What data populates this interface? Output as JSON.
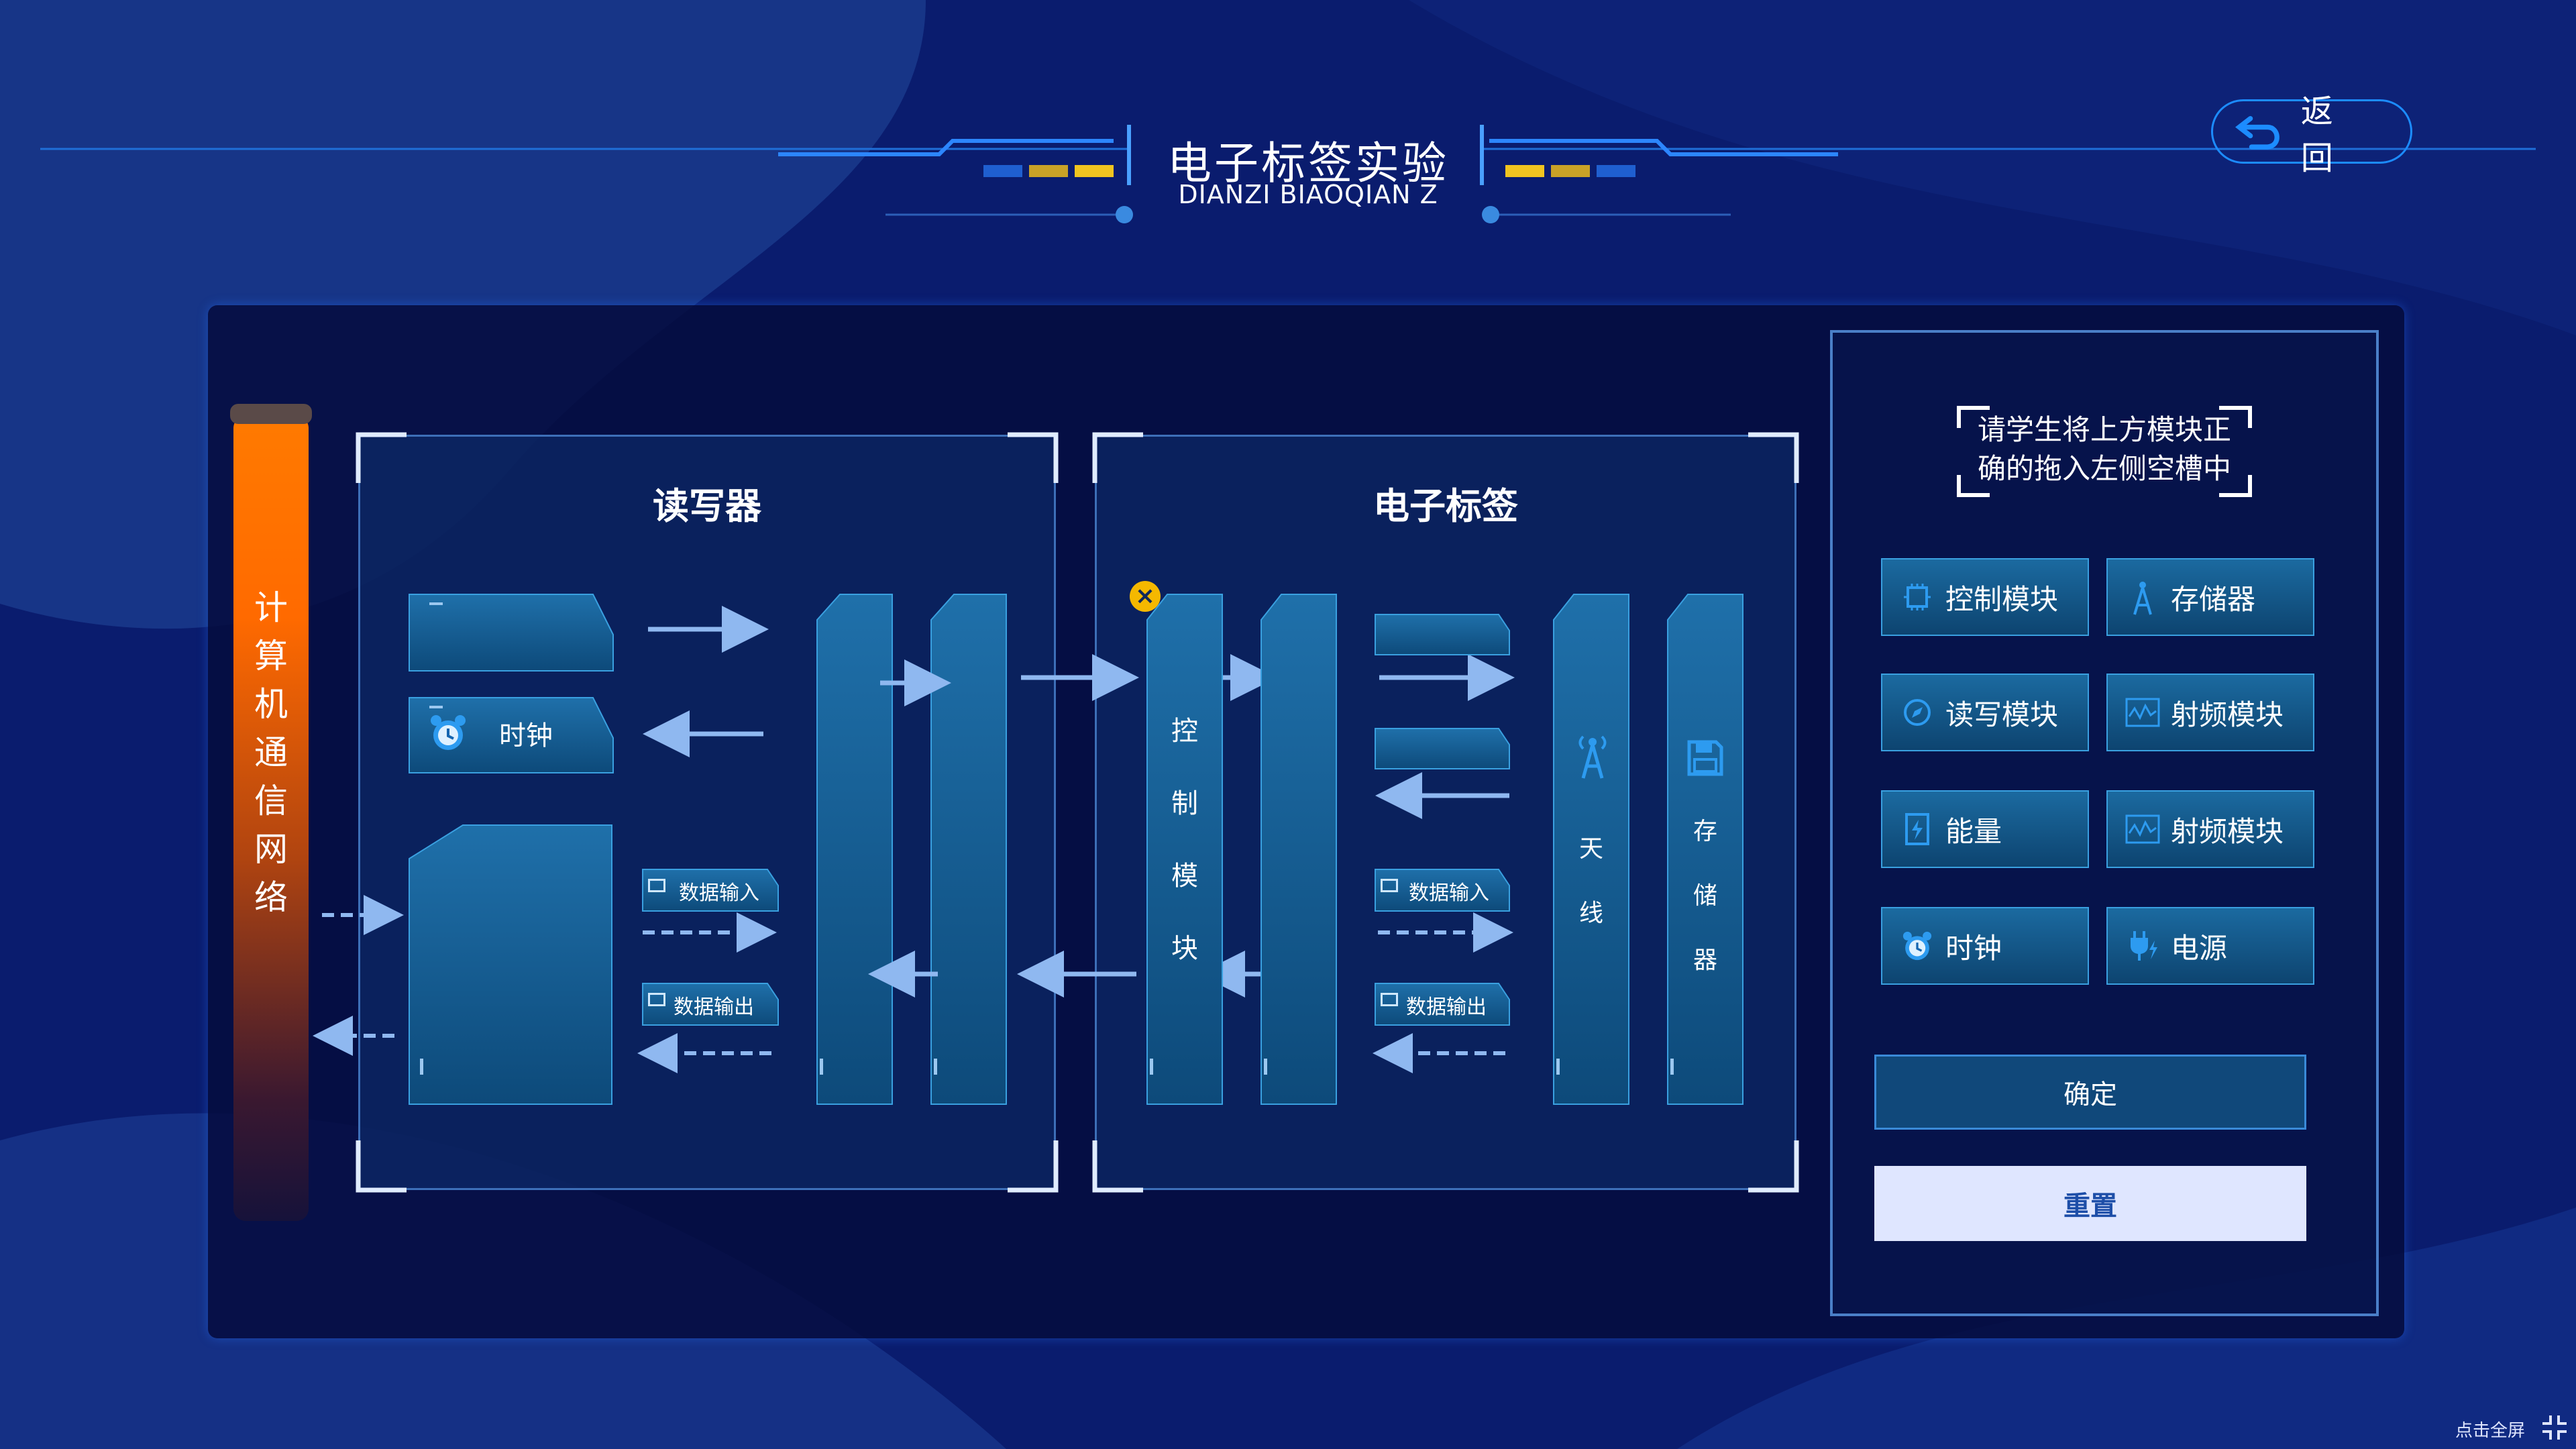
{
  "header": {
    "title": "电子标签实验",
    "subtitle": "DIANZI BIAOQIAN Z",
    "back_label": "返 回"
  },
  "network": {
    "label_chars": [
      "计",
      "算",
      "机",
      "通",
      "信",
      "网",
      "络"
    ]
  },
  "reader": {
    "title": "读写器",
    "clock_label": "时钟",
    "data_in_label": "数据输入",
    "data_out_label": "数据输出"
  },
  "tag": {
    "title": "电子标签",
    "control_chars": [
      "控",
      "制",
      "模",
      "块"
    ],
    "antenna_chars": [
      "天",
      "线"
    ],
    "storage_chars": [
      "存",
      "储",
      "器"
    ],
    "data_in_label": "数据输入",
    "data_out_label": "数据输出"
  },
  "palette": {
    "instruction_line1": "请学生将上方模块正",
    "instruction_line2": "确的拖入左侧空槽中",
    "items": [
      {
        "label": "控制模块",
        "icon": "chip-icon"
      },
      {
        "label": "存储器",
        "icon": "antenna-icon"
      },
      {
        "label": "读写模块",
        "icon": "compass-icon"
      },
      {
        "label": "射频模块",
        "icon": "waveform-icon"
      },
      {
        "label": "能量",
        "icon": "energy-icon"
      },
      {
        "label": "射频模块",
        "icon": "waveform-icon"
      },
      {
        "label": "时钟",
        "icon": "alarm-clock-icon"
      },
      {
        "label": "电源",
        "icon": "power-plug-icon"
      }
    ],
    "confirm_label": "确定",
    "reset_label": "重置"
  },
  "footer": {
    "fullscreen_label": "点击全屏"
  },
  "colors": {
    "background": "#0a1c6e",
    "accent": "#1c8cff",
    "network_bar_top": "#ff7a00",
    "module_fill": "#1a679c",
    "reset_button": "#dfe6ff",
    "remove_badge": "#f5b800"
  }
}
